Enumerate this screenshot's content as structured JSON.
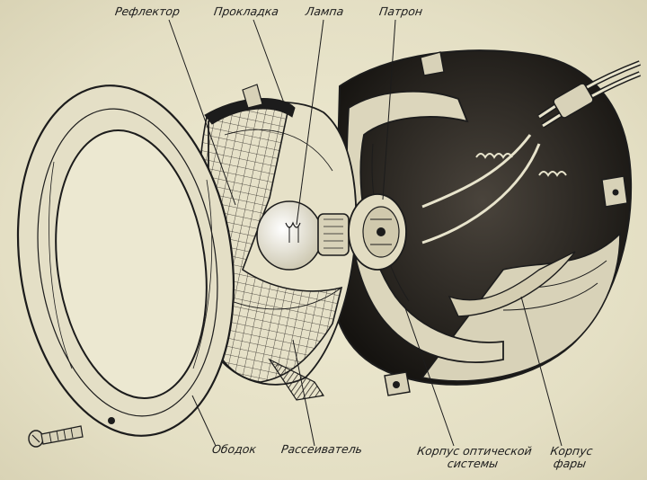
{
  "labels": {
    "reflector": "Рефлектор",
    "gasket": "Прокладка",
    "lamp": "Лампа",
    "socket": "Патрон",
    "rim": "Ободок",
    "diffuser": "Рассеиватель",
    "optical_housing_line1": "Корпус оптической",
    "optical_housing_line2": "системы",
    "headlight_housing_line1": "Корпус",
    "headlight_housing_line2": "фары"
  },
  "colors": {
    "ink": "#1c1c1c",
    "paper": "#e8e4cc",
    "shade": "#2a2622"
  }
}
